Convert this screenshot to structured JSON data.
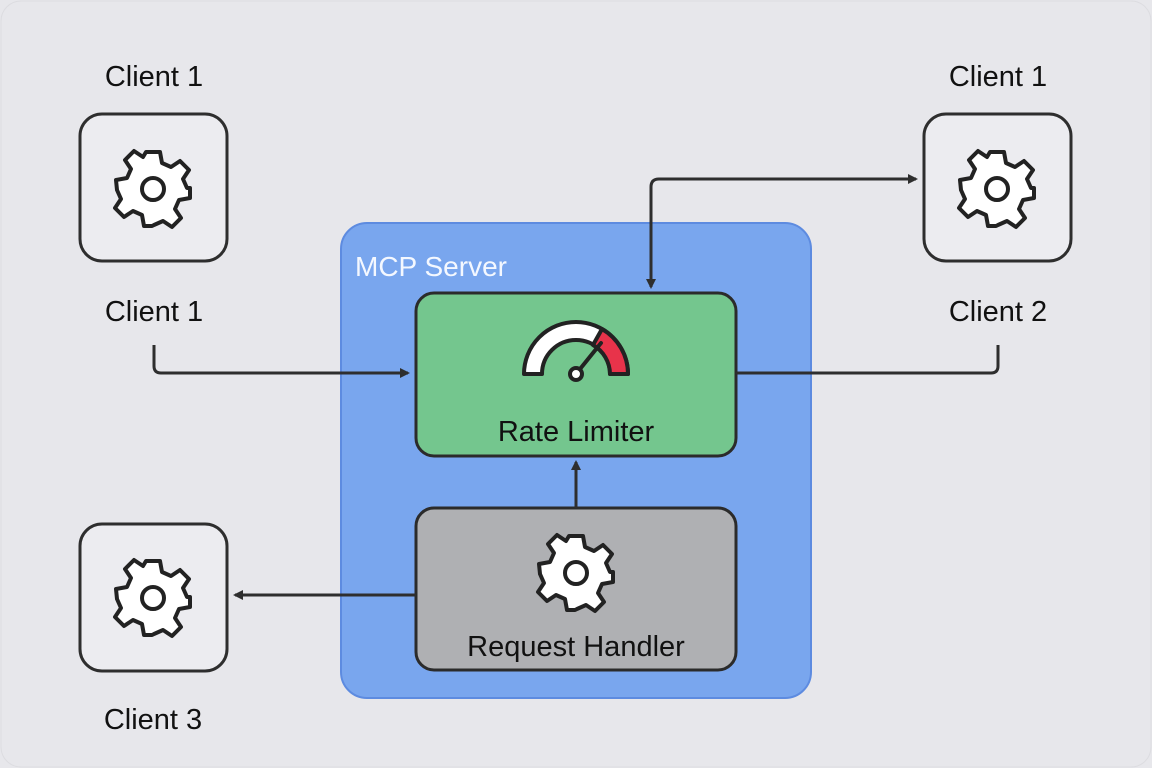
{
  "clients": {
    "top_left_label": "Client 1",
    "left_input_label": "Client 1",
    "top_right_label": "Client 1",
    "right_output_label": "Client 2",
    "bottom_left_label": "Client 3"
  },
  "server": {
    "title": "MCP Server",
    "rate_limiter_label": "Rate Limiter",
    "request_handler_label": "Request Handler"
  },
  "icons": {
    "client_icon": "gear-icon",
    "rate_limiter_icon": "speedometer-icon",
    "handler_icon": "gear-icon"
  },
  "colors": {
    "background": "#e7e7eb",
    "server_container": "#79a6ee",
    "rate_limiter": "#74c68e",
    "request_handler": "#afb0b3",
    "gauge_red": "#e8334a"
  }
}
